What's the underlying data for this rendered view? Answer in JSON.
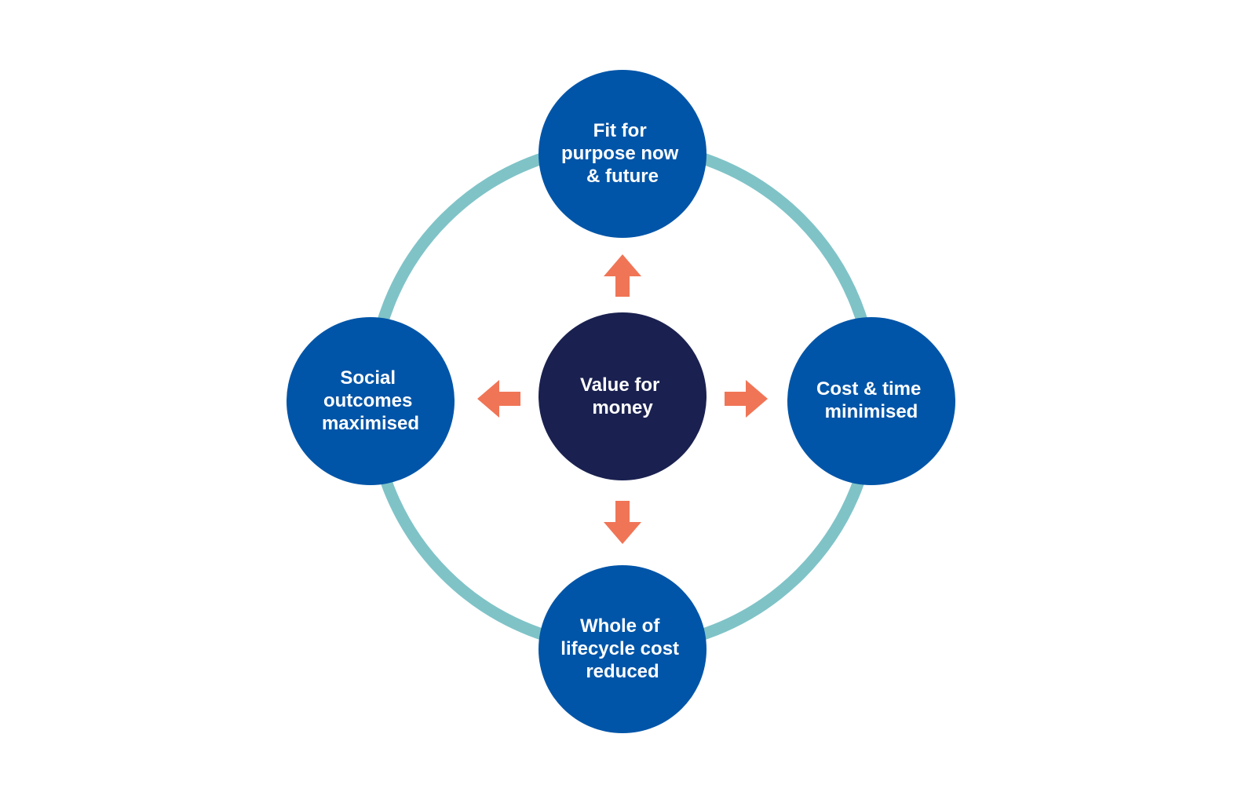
{
  "diagram": {
    "colors": {
      "background": "#ffffff",
      "ring": "#7fc3c7",
      "outer_node": "#0055a8",
      "center_node": "#1a2150",
      "arrow": "#f07556",
      "text": "#ffffff"
    },
    "center": {
      "lines": [
        "Value for",
        "money"
      ]
    },
    "nodes": {
      "top": {
        "lines": [
          "Fit for",
          "purpose now",
          "& future"
        ]
      },
      "right": {
        "lines": [
          "Cost & time",
          "minimised"
        ]
      },
      "bottom": {
        "lines": [
          "Whole of",
          "lifecycle cost",
          "reduced"
        ]
      },
      "left": {
        "lines": [
          "Social",
          "outcomes",
          "maximised"
        ]
      }
    },
    "arrows": [
      "up",
      "right",
      "down",
      "left"
    ]
  }
}
